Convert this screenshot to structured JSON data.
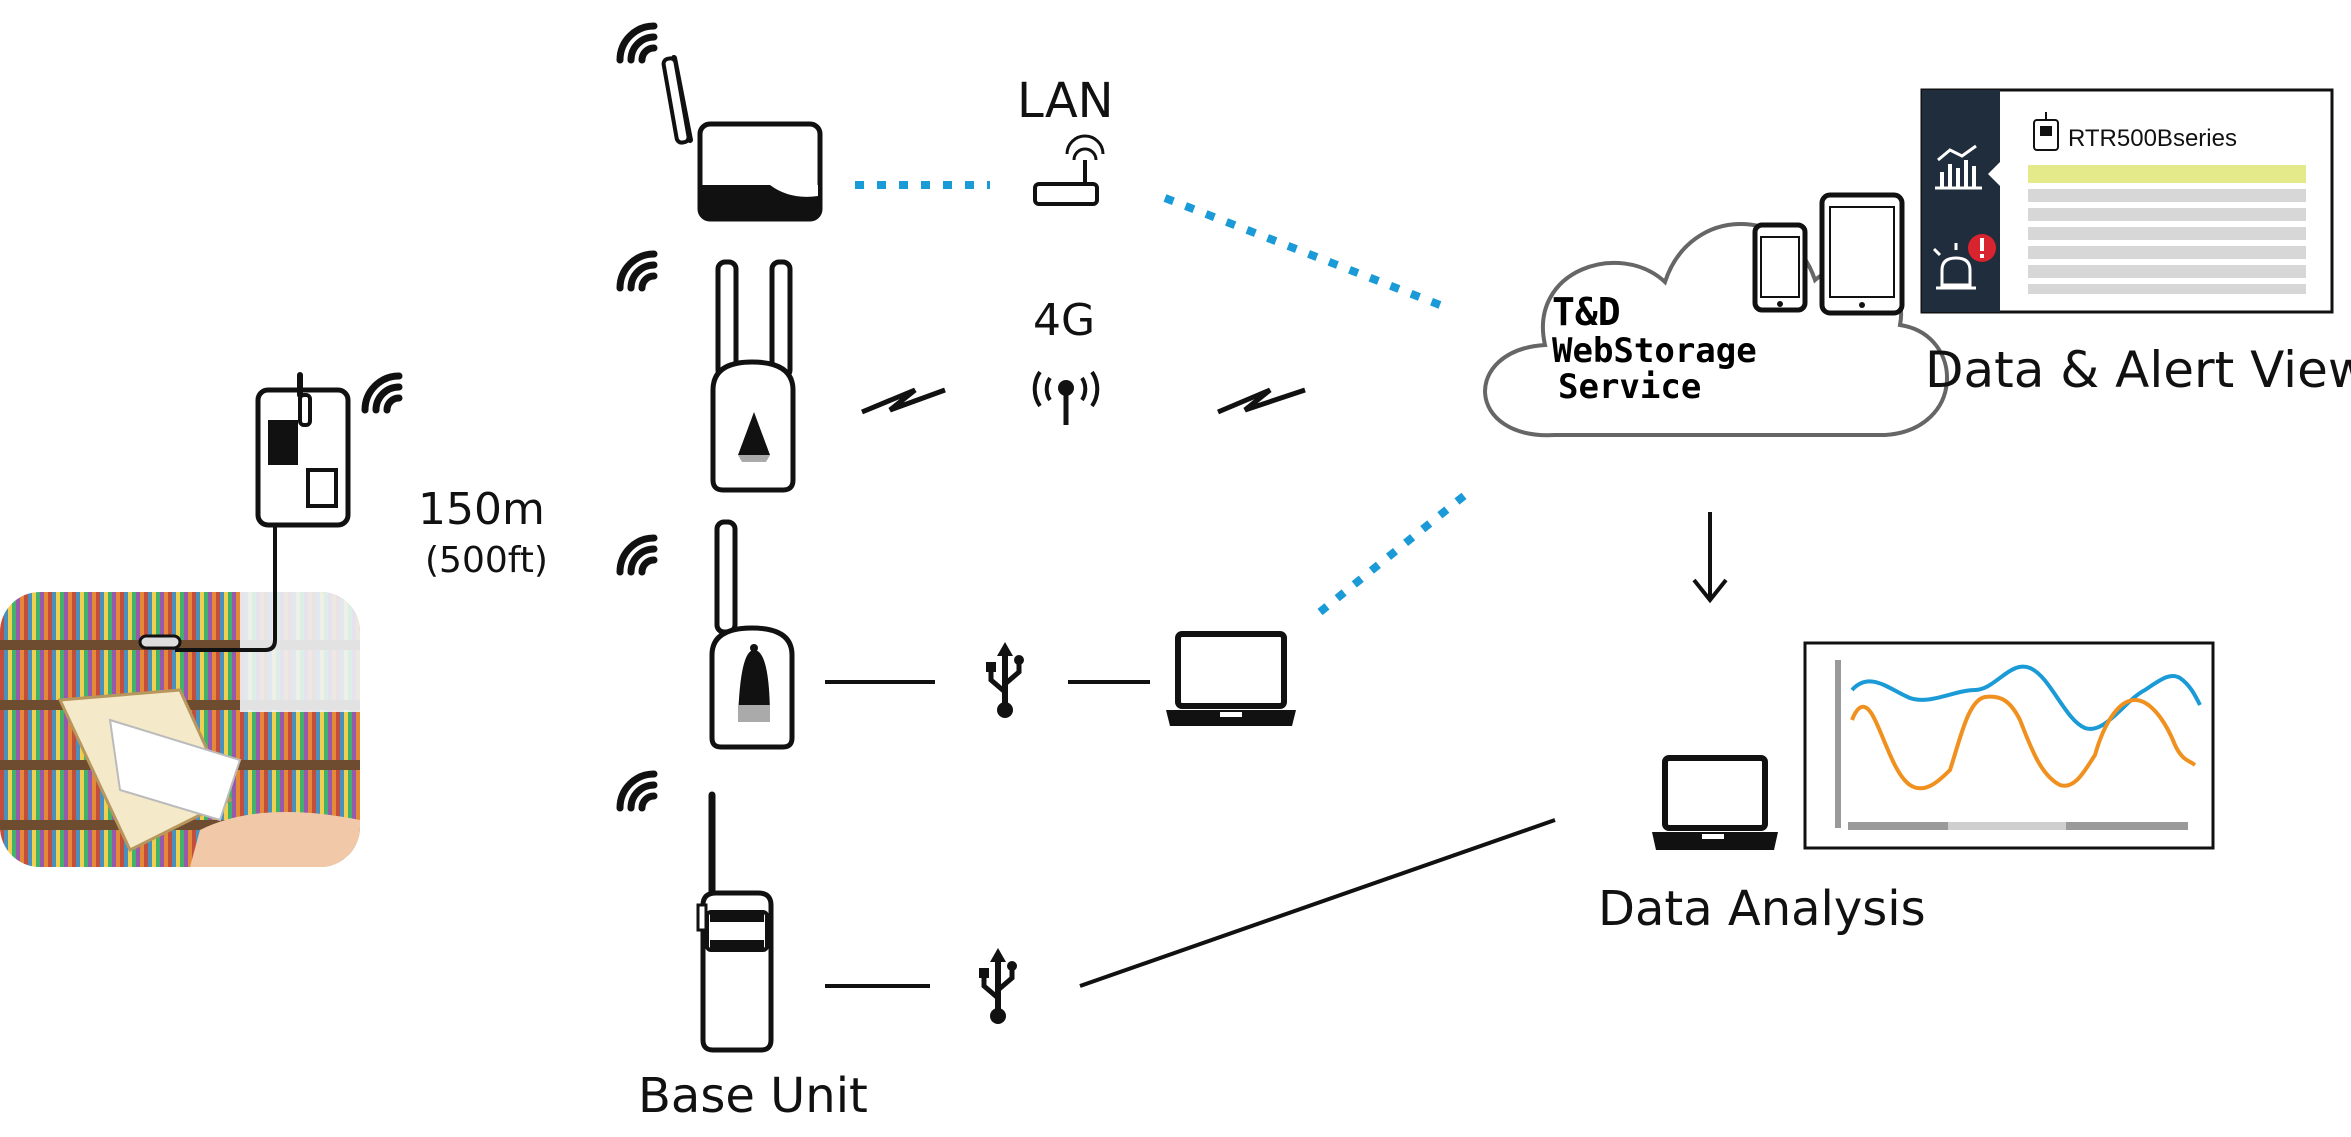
{
  "diagram": {
    "distance": "150m",
    "distance_imperial": "(500ft)",
    "link_lan": "LAN",
    "link_4g": "4G",
    "base_unit": "Base Unit",
    "cloud": {
      "line1": "T&D",
      "line2": "WebStorage",
      "line3": "Service"
    },
    "alert_view": {
      "caption": "Data & Alert View",
      "series_name": "RTR500Bseries"
    },
    "analysis": {
      "caption": "Data Analysis"
    },
    "colors": {
      "wireless_link": "#1a9ad6",
      "line_series_1": "#1a9ad6",
      "line_series_2": "#f0901e",
      "table_highlight": "#e4ea8a",
      "sidebar": "#1f2d3d",
      "alert_badge": "#d9232e"
    },
    "icons": [
      "wifi-icon",
      "router-icon",
      "antenna-icon",
      "usb-icon",
      "laptop-icon",
      "smartphone-icon",
      "tablet-icon",
      "chart-icon",
      "alarm-icon",
      "down-arrow-icon"
    ]
  }
}
